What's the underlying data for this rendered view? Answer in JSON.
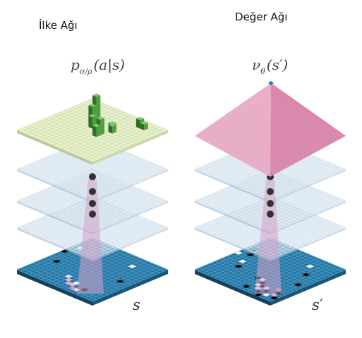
{
  "titles": {
    "policy_network": "İlke Ağı",
    "value_network": "Değer Ağı"
  },
  "formulas": {
    "policy": {
      "main": "p",
      "sub": "σ/ρ",
      "args": "(a|s)"
    },
    "value": {
      "main": "ν",
      "sub": "θ",
      "args": "(s′)"
    }
  },
  "state_labels": {
    "policy_input": "s",
    "value_input": "s′"
  },
  "colors": {
    "board": "#2478a6",
    "board_dark": "#1b5a80",
    "hidden_layer": "#c9dbea",
    "policy_output": "#e8f1cc",
    "policy_bar": "#3d8a32",
    "value_output": "#e7a8c4",
    "value_apex": "#1e7bbf",
    "ellipsis_dot": "#333333",
    "focus_beam": "#d5a0c6"
  }
}
